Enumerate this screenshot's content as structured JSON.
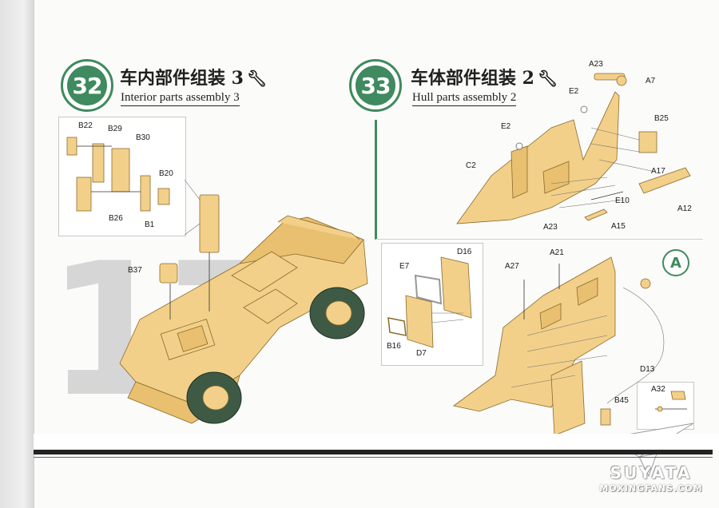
{
  "steps": [
    {
      "number": "32",
      "title_cn": "车内部件组装 3",
      "title_en": "Interior parts assembly 3",
      "wrench_icon": "wrench-icon"
    },
    {
      "number": "33",
      "title_cn": "车体部件组装 2",
      "title_en": "Hull parts assembly 2",
      "wrench_icon": "wrench-icon"
    }
  ],
  "background_page_number": "17",
  "callout_marker": "A",
  "step32_parts": [
    "B22",
    "B29",
    "B30",
    "B20",
    "B26",
    "B1",
    "B37"
  ],
  "step33_top_parts": [
    "A23",
    "A7",
    "E2",
    "E2",
    "B25",
    "C2",
    "A17",
    "E10",
    "A12",
    "A23",
    "A15"
  ],
  "step33_bottom_parts": [
    "D16",
    "E7",
    "A27",
    "A21",
    "B16",
    "D7",
    "D13",
    "B45",
    "A32"
  ],
  "watermark": {
    "name": "SUYATA",
    "site": "MOXINGFANS.COM"
  },
  "colors": {
    "accent_green": "#3f8a5e",
    "part_tan": "#f3d08a",
    "part_outline": "#8a6a2a",
    "tire_green": "#3e5a45",
    "page": "#fbfbfa"
  }
}
